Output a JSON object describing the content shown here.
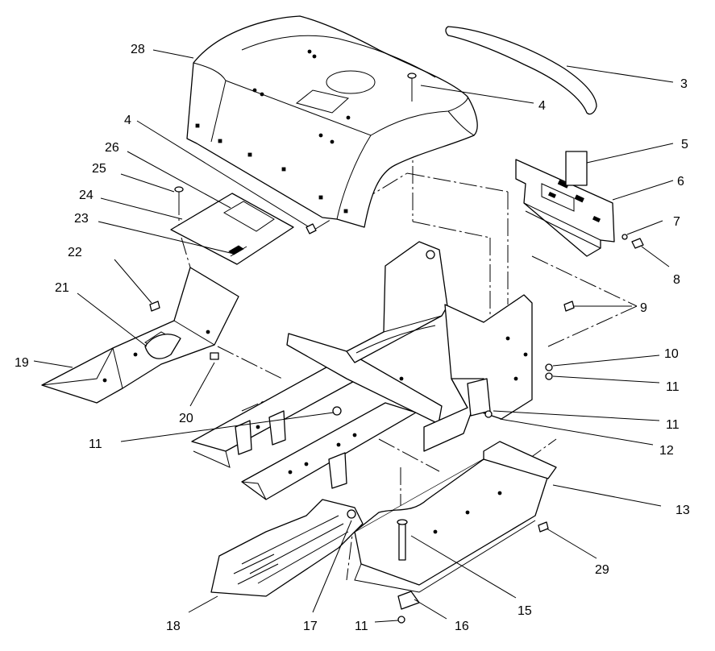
{
  "diagram": {
    "callouts": [
      {
        "id": "c1",
        "label": "28"
      },
      {
        "id": "c2",
        "label": "3"
      },
      {
        "id": "c3",
        "label": "4"
      },
      {
        "id": "c4",
        "label": "4"
      },
      {
        "id": "c5",
        "label": "26"
      },
      {
        "id": "c6",
        "label": "25"
      },
      {
        "id": "c7",
        "label": "24"
      },
      {
        "id": "c8",
        "label": "23"
      },
      {
        "id": "c9",
        "label": "5"
      },
      {
        "id": "c10",
        "label": "6"
      },
      {
        "id": "c11",
        "label": "7"
      },
      {
        "id": "c12",
        "label": "8"
      },
      {
        "id": "c13",
        "label": "22"
      },
      {
        "id": "c14",
        "label": "21"
      },
      {
        "id": "c15",
        "label": "19"
      },
      {
        "id": "c16",
        "label": "20"
      },
      {
        "id": "c17",
        "label": "9"
      },
      {
        "id": "c18",
        "label": "10"
      },
      {
        "id": "c19",
        "label": "11"
      },
      {
        "id": "c20",
        "label": "11"
      },
      {
        "id": "c21",
        "label": "11"
      },
      {
        "id": "c22",
        "label": "12"
      },
      {
        "id": "c23",
        "label": "13"
      },
      {
        "id": "c24",
        "label": "29"
      },
      {
        "id": "c25",
        "label": "15"
      },
      {
        "id": "c26",
        "label": "16"
      },
      {
        "id": "c27",
        "label": "11"
      },
      {
        "id": "c28",
        "label": "17"
      },
      {
        "id": "c29",
        "label": "18"
      }
    ]
  }
}
